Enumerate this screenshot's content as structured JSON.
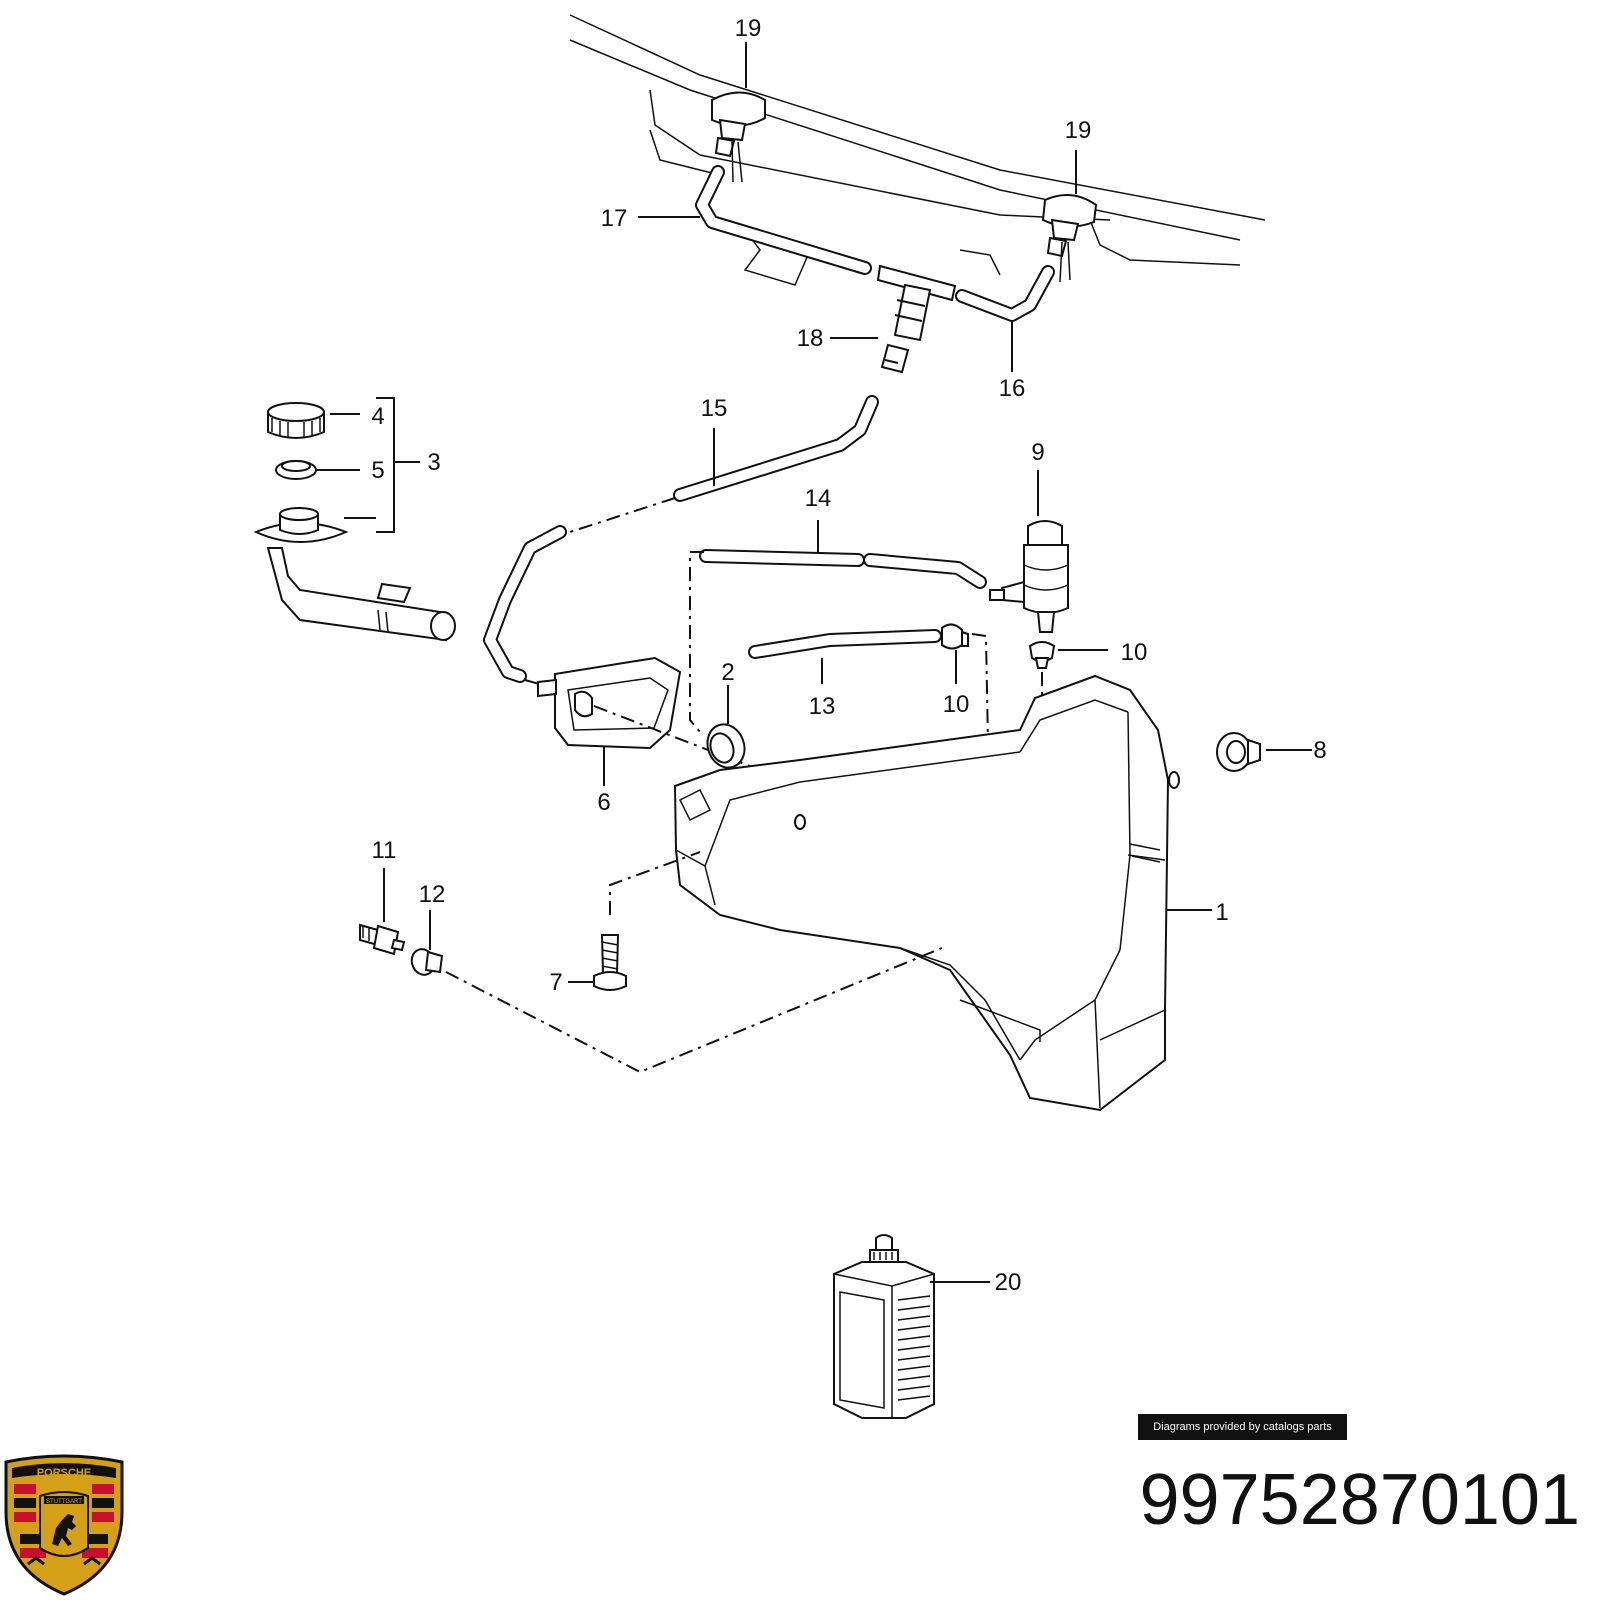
{
  "diagram": {
    "callouts": {
      "c1": "1",
      "c2": "2",
      "c3": "3",
      "c4": "4",
      "c5": "5",
      "c6": "6",
      "c7": "7",
      "c8": "8",
      "c9": "9",
      "c10a": "10",
      "c10b": "10",
      "c11": "11",
      "c12": "12",
      "c13": "13",
      "c14": "14",
      "c15": "15",
      "c16": "16",
      "c17": "17",
      "c18": "18",
      "c19a": "19",
      "c19b": "19",
      "c20": "20"
    }
  },
  "credit": "Diagrams provided by catalogs parts",
  "part_number": "99752870101",
  "brand": {
    "logo_text": "PORSCHE",
    "logo_city": "STUTTGART",
    "colors": {
      "red": "#c8102e",
      "black": "#111111",
      "gold": "#d4a017"
    }
  }
}
